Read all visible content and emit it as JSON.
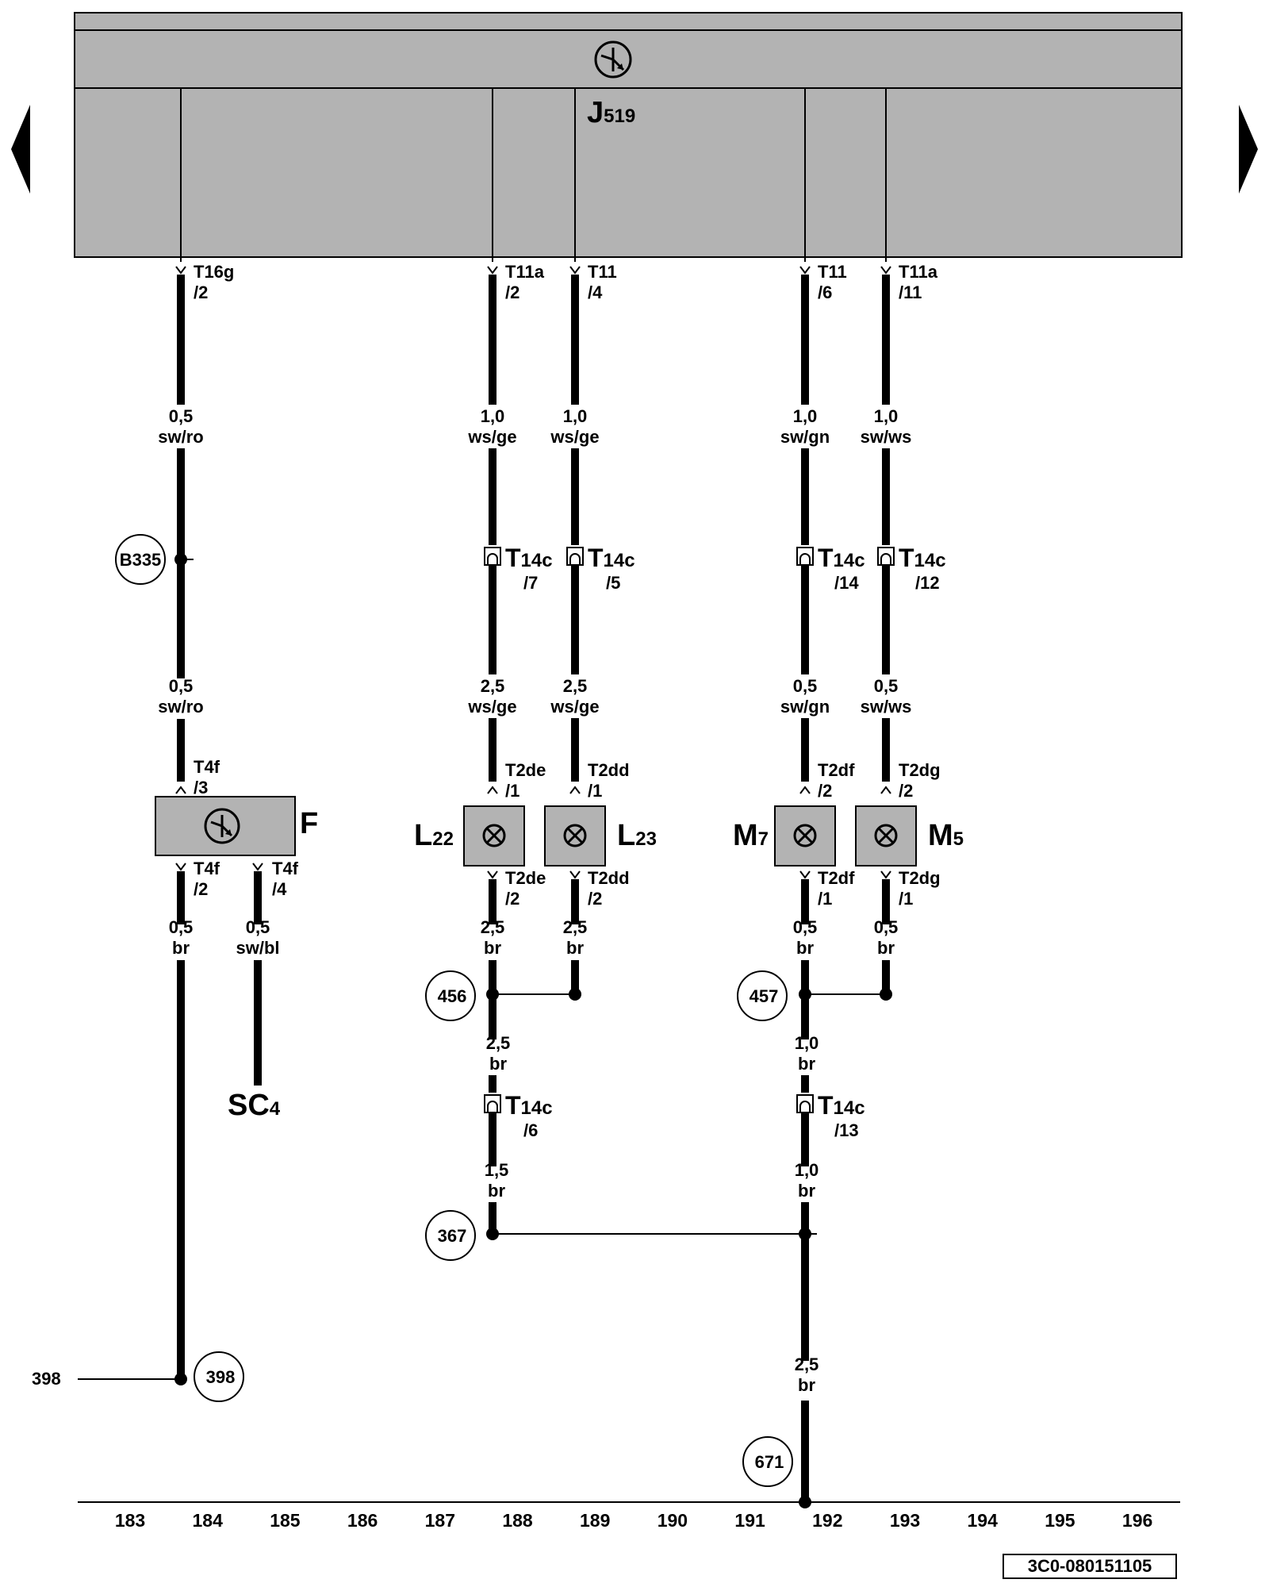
{
  "control_unit": {
    "label": "J",
    "sub": "519"
  },
  "nav": {
    "prev_icon": "triangle-left-icon",
    "next_icon": "triangle-right-icon"
  },
  "connectors": {
    "c184_top": {
      "name": "T16g",
      "pin": "/2"
    },
    "c188_top": {
      "name": "T11a",
      "pin": "/2"
    },
    "c189_top": {
      "name": "T11",
      "pin": "/4"
    },
    "c192_top": {
      "name": "T11",
      "pin": "/6"
    },
    "c193_top": {
      "name": "T11a",
      "pin": "/11"
    },
    "c184_f_in": {
      "name": "T4f",
      "pin": "/3"
    },
    "c184_f_out": {
      "name": "T4f",
      "pin": "/2"
    },
    "c185_f_out": {
      "name": "T4f",
      "pin": "/4"
    },
    "c188_l_in": {
      "name": "T2de",
      "pin": "/1"
    },
    "c188_l_out": {
      "name": "T2de",
      "pin": "/2"
    },
    "c189_l_in": {
      "name": "T2dd",
      "pin": "/1"
    },
    "c189_l_out": {
      "name": "T2dd",
      "pin": "/2"
    },
    "c192_m_in": {
      "name": "T2df",
      "pin": "/2"
    },
    "c192_m_out": {
      "name": "T2df",
      "pin": "/1"
    },
    "c193_m_in": {
      "name": "T2dg",
      "pin": "/2"
    },
    "c193_m_out": {
      "name": "T2dg",
      "pin": "/1"
    }
  },
  "plugs": {
    "p188a": {
      "name": "T",
      "sub": "14c",
      "pin": "/7"
    },
    "p189a": {
      "name": "T",
      "sub": "14c",
      "pin": "/5"
    },
    "p192a": {
      "name": "T",
      "sub": "14c",
      "pin": "/14"
    },
    "p193a": {
      "name": "T",
      "sub": "14c",
      "pin": "/12"
    },
    "p188b": {
      "name": "T",
      "sub": "14c",
      "pin": "/6"
    },
    "p192b": {
      "name": "T",
      "sub": "14c",
      "pin": "/13"
    }
  },
  "wires": {
    "w184_1": {
      "size": "0,5",
      "color": "sw/ro"
    },
    "w188_1": {
      "size": "1,0",
      "color": "ws/ge"
    },
    "w189_1": {
      "size": "1,0",
      "color": "ws/ge"
    },
    "w192_1": {
      "size": "1,0",
      "color": "sw/gn"
    },
    "w193_1": {
      "size": "1,0",
      "color": "sw/ws"
    },
    "w184_2": {
      "size": "0,5",
      "color": "sw/ro"
    },
    "w188_2": {
      "size": "2,5",
      "color": "ws/ge"
    },
    "w189_2": {
      "size": "2,5",
      "color": "ws/ge"
    },
    "w192_2": {
      "size": "0,5",
      "color": "sw/gn"
    },
    "w193_2": {
      "size": "0,5",
      "color": "sw/ws"
    },
    "w184_3": {
      "size": "0,5",
      "color": "br"
    },
    "w185_3": {
      "size": "0,5",
      "color": "sw/bl"
    },
    "w188_3": {
      "size": "2,5",
      "color": "br"
    },
    "w189_3": {
      "size": "2,5",
      "color": "br"
    },
    "w192_3": {
      "size": "0,5",
      "color": "br"
    },
    "w193_3": {
      "size": "0,5",
      "color": "br"
    },
    "w188_4": {
      "size": "2,5",
      "color": "br"
    },
    "w192_4": {
      "size": "1,0",
      "color": "br"
    },
    "w188_5": {
      "size": "1,5",
      "color": "br"
    },
    "w192_5": {
      "size": "1,0",
      "color": "br"
    },
    "w192_6": {
      "size": "2,5",
      "color": "br"
    }
  },
  "components": {
    "switch": {
      "label": "F"
    },
    "lamp_l22": {
      "label": "L",
      "sub": "22"
    },
    "lamp_l23": {
      "label": "L",
      "sub": "23"
    },
    "lamp_m7": {
      "label": "M",
      "sub": "7"
    },
    "lamp_m5": {
      "label": "M",
      "sub": "5"
    },
    "sc": {
      "label": "SC",
      "sub": "4"
    }
  },
  "junctions": {
    "b335": "B335",
    "n456": "456",
    "n457": "457",
    "n367": "367",
    "n398": "398",
    "n671": "671"
  },
  "left_ref": "398",
  "grid_numbers": [
    "183",
    "184",
    "185",
    "186",
    "187",
    "188",
    "189",
    "190",
    "191",
    "192",
    "193",
    "194",
    "195",
    "196"
  ],
  "doc_id": "3C0-080151105"
}
